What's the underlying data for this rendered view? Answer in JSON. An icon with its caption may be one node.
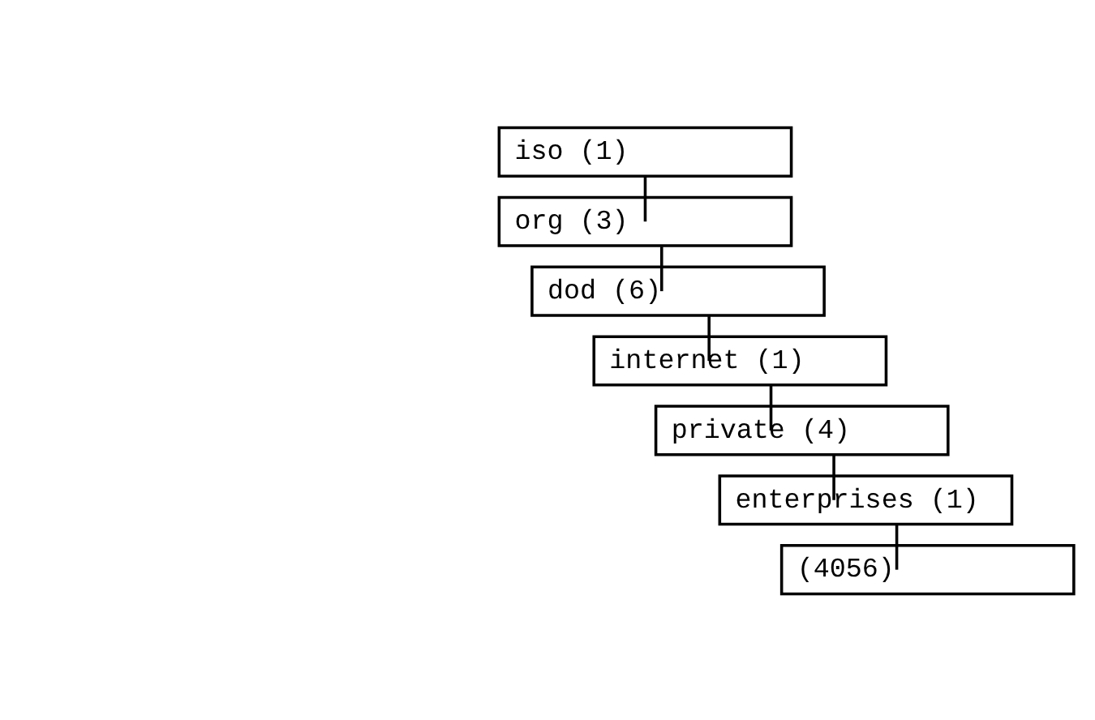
{
  "diagram": {
    "nodes": [
      {
        "text": [
          "iso (1)"
        ]
      },
      {
        "text": [
          "org (3)"
        ]
      },
      {
        "text": [
          "dod (6)"
        ]
      },
      {
        "text": [
          "internet (1)"
        ]
      },
      {
        "text": [
          "private (4)"
        ]
      },
      {
        "text": [
          "enterprises (1)"
        ]
      },
      {
        "text": [
          "(4056)"
        ]
      }
    ],
    "edges": [
      {
        "from": 0,
        "to": 1,
        "arrow": "none"
      },
      {
        "from": 1,
        "to": 2,
        "arrow": "none"
      },
      {
        "from": 2,
        "to": 3,
        "arrow": "none"
      },
      {
        "from": 3,
        "to": 4,
        "arrow": "none"
      },
      {
        "from": 4,
        "to": 5,
        "arrow": "none"
      },
      {
        "from": 5,
        "to": 6,
        "arrow": "none"
      }
    ]
  }
}
